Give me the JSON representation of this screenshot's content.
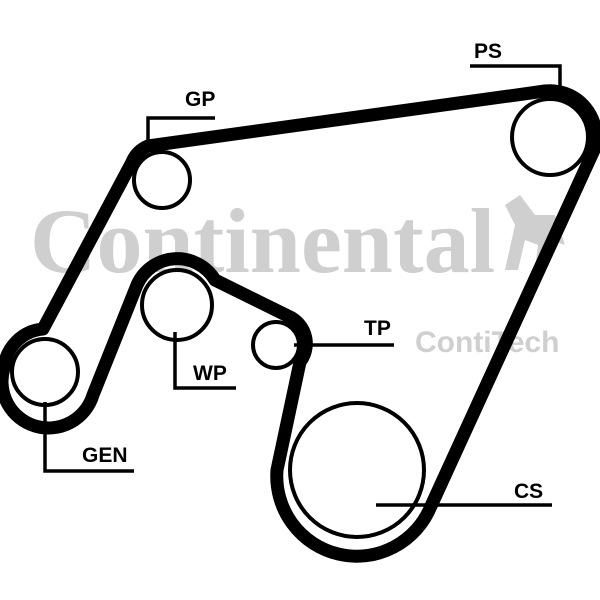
{
  "watermark": {
    "brand": "Continental",
    "sub_brand": "ContiTech"
  },
  "labels": {
    "ps": "PS",
    "gp": "GP",
    "wp": "WP",
    "tp": "TP",
    "gen": "GEN",
    "cs": "CS"
  },
  "colors": {
    "belt": "#000000",
    "watermark": "#cfcfcf"
  }
}
